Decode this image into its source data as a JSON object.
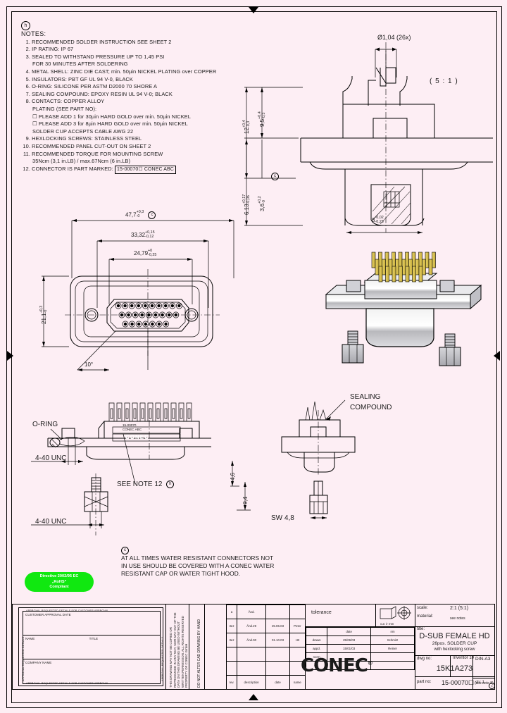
{
  "document": {
    "type": "engineering-drawing",
    "sheet_size": "DIN-A3",
    "sheet_no": "sh: 1"
  },
  "notes": {
    "balloon": "h",
    "heading": "NOTES:",
    "items": [
      {
        "num": "1.",
        "text": "RECOMMENDED SOLDER INSTRUCTION SEE SHEET 2"
      },
      {
        "num": "2.",
        "text": "IP RATING: IP 67"
      },
      {
        "num": "3.",
        "text": "SEALED TO WITHSTAND PRESSURE UP TO 1,45 PSI",
        "sub": [
          "FOR 30 MINUTES AFTER SOLDERING"
        ]
      },
      {
        "num": "4.",
        "text": "METAL SHELL: ZINC DIE CAST; min. 50µin NICKEL PLATING over COPPER"
      },
      {
        "num": "5.",
        "text": "INSULATORS: PBT GF UL 94 V-0, BLACK"
      },
      {
        "num": "6.",
        "text": "O-RING: SILICONE PER ASTM D2000 70 SHORE A"
      },
      {
        "num": "7.",
        "text": "SEALING COMPOUND: EPOXY RESIN UL 94 V-0; BLACK"
      },
      {
        "num": "8.",
        "text": "CONTACTS: COPPER ALLOY",
        "sub": [
          "PLATING (SEE PART NO):",
          "☐  PLEASE ADD 1 for 30µin HARD GOLD over min. 50µin NICKEL",
          "☐  PLEASE ADD 3 for 8µin HARD GOLD over min. 50µin NICKEL",
          "SOLDER CUP ACCEPTS CABLE AWG 22"
        ]
      },
      {
        "num": "9.",
        "text": "HEXLOCKING SCREWS: STAINLESS STEEL"
      },
      {
        "num": "10.",
        "text": "RECOMMENDED PANEL CUT-OUT ON SHEET 2"
      },
      {
        "num": "11.",
        "text": "RECOMMENDED TORQUE FOR MOUNTING SCREW",
        "sub": [
          "35Ncm (3,1 in.LB) / max.67Ncm (6 in.LB)"
        ]
      },
      {
        "num": "12.",
        "text": "CONNECTOR IS PART MARKED:",
        "boxed": "15-00070☐  CONEC  ABC"
      }
    ]
  },
  "detail_view": {
    "scale_label": "( 5 : 1 )",
    "hole_dim": "Ø1,04 (26x)",
    "dim_12": "12",
    "dim_12_tol_plus": "+0,4",
    "dim_12_tol_minus": "-0,3",
    "dim_95": "9,5",
    "dim_95_tol_plus": "+0,4",
    "dim_95_tol_minus": "-0,3",
    "dim_613": "6,13",
    "dim_613_tol_plus": "+0,17",
    "dim_613_tol_minus": "-0,06",
    "dim_36": "3,6",
    "dim_36_tol_plus": "+0,2",
    "dim_36_tol_minus": "-0",
    "dim_36_balloon": "c",
    "dim_8": "8",
    "dim_8_tol_plus": "-0,02",
    "dim_8_tol_minus": "-0,23"
  },
  "front_view": {
    "dim_477": "47,7",
    "dim_477_tol_plus": "+0,3",
    "dim_477_tol_minus": "-0",
    "dim_477_balloon": "c",
    "dim_3332": "33,32",
    "dim_3332_tol_plus": "+0,15",
    "dim_3332_tol_minus": "-0,12",
    "dim_2479": "24,79",
    "dim_2479_tol_plus": "+0",
    "dim_2479_tol_minus": "-0,25",
    "dim_211": "21,1",
    "dim_211_tol_plus": "+0,3",
    "dim_211_tol_minus": "-0",
    "angle": "10°"
  },
  "side_view": {
    "oring_label": "O-RING",
    "thread_top": "4-40 UNC",
    "thread_bottom": "4-40 UNC",
    "see_note_12": "SEE NOTE 12",
    "see_note_12_balloon": "h",
    "marking_line1": "15-00070",
    "marking_line2": "CONEC ABC",
    "logo_text": "CONEC",
    "dim_46": "4,6",
    "dim_94": "9,4"
  },
  "rear_view": {
    "sealing_label_line1": "SEALING",
    "sealing_label_line2": "COMPOUND",
    "sw_label": "SW 4,8"
  },
  "warning": {
    "balloon": "c",
    "line1": "AT ALL TIMES WATER RESISTANT CONNECTORS NOT",
    "line2": "IN USE SHOULD BE COVERED WITH A CONEC WATER",
    "line3": "RESISTANT CAP OR WATER TIGHT HOOD."
  },
  "rohs": {
    "line1": "Directive 2002/95 EC",
    "line2": "„RoHS“",
    "line3": "Compliant"
  },
  "title_block": {
    "customer_box": {
      "top_caption": "APPROVAL REQUESTED DETAILS FOR CUSTOMER APPROVAL",
      "bottom_caption": "APPROVAL REQUESTED DETAILS FOR CUSTOMER APPROVAL",
      "left_caption": "APPROVAL REQUESTED DETAILS",
      "right_caption": "APPROVAL REQUESTED DETAILS",
      "row1": "CUSTOMER APPROVAL DATE",
      "row2_left": "NAME",
      "row2_right": "TITLE",
      "row3": "COMPANY NAME"
    },
    "copyright_text": "THIS DRAWING MAY NOT BE COPIED OR REPRODUCED IN ANY WAY, NOR MAY ANY OF THE DATA ON THIS DRAWING BE USED WITHOUT WRITTEN PERMISSION. ALL RIGHTS RESERVED PROPERTY OF CONEC GmbH",
    "cad_text": "DO NOT ALTER CAD DRAWING BY HAND",
    "revision_table": {
      "headers": [
        "rev.",
        "description",
        "date",
        "name"
      ],
      "rows": [
        [
          "a",
          "Änd.",
          "",
          ""
        ],
        [
          "3ez",
          "Änd.29",
          "25.06.03",
          "Peter"
        ],
        [
          "3ez",
          "Änd.00",
          "01.10.03",
          "H3"
        ],
        [
          "",
          "",
          "",
          ""
        ],
        [
          "",
          "",
          "",
          ""
        ]
      ]
    },
    "tolerance_label": "tolerance",
    "projection_label": "cur. ir mm",
    "approvals": {
      "col_date": "date",
      "col_name": "nm",
      "rows": [
        {
          "key": "drawn",
          "date": "25/06/03",
          "name": "Schmitz"
        },
        {
          "key": "appd.",
          "date": "15/01/03",
          "name": "Reiner"
        },
        {
          "key": "norm",
          "date": "",
          "name": ""
        },
        {
          "key": "c.d.",
          "date": "",
          "name": ""
        }
      ]
    },
    "scale_label": "scale:",
    "scale_value": "2:1 (5:1)",
    "material_label": "material:",
    "material_value": "see notes",
    "title_label": "title:",
    "title_line1": "D-SUB FEMALE HD",
    "title_line2": "26pos. SOLDER CUP",
    "title_line3": "with hexlocking screw",
    "dwg_no_label": "dwg no:",
    "dwg_no_value": "15K1A273",
    "cad_system": "Inventor 10",
    "sheet_format": "DIN-A3",
    "sheet_no": "sh: 1",
    "part_no_label": "part no:",
    "part_no_value": "15-00070☐",
    "part_no_note": "(see note 8)",
    "part_no_balloon": "c",
    "company_logo": "CONEC"
  }
}
